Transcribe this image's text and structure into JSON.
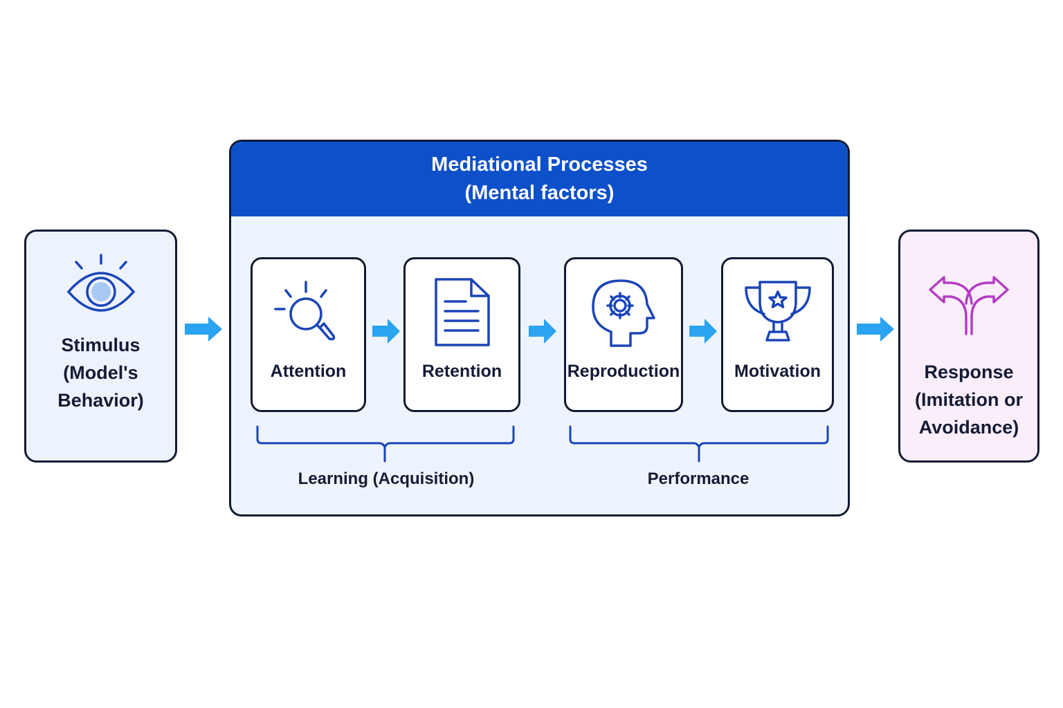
{
  "stimulus": {
    "label": "Stimulus\n(Model's\nBehavior)",
    "icon": "eye-icon"
  },
  "mediational": {
    "title_line1": "Mediational Processes",
    "title_line2": "(Mental factors)",
    "steps": [
      {
        "label": "Attention",
        "icon": "magnifier-icon"
      },
      {
        "label": "Retention",
        "icon": "document-icon"
      },
      {
        "label": "Reproduction",
        "icon": "head-gear-icon"
      },
      {
        "label": "Motivation",
        "icon": "trophy-icon"
      }
    ],
    "groups": [
      {
        "label": "Learning (Acquisition)"
      },
      {
        "label": "Performance"
      }
    ]
  },
  "response": {
    "label": "Response\n(Imitation or\nAvoidance)",
    "icon": "split-arrows-icon"
  },
  "colors": {
    "header_blue": "#0d50c9",
    "icon_blue": "#1a44b8",
    "arrow_blue": "#2aa3f0",
    "response_purple": "#b43dc4",
    "stimulus_bg": "#edf3fd",
    "response_bg": "#faeefb"
  }
}
